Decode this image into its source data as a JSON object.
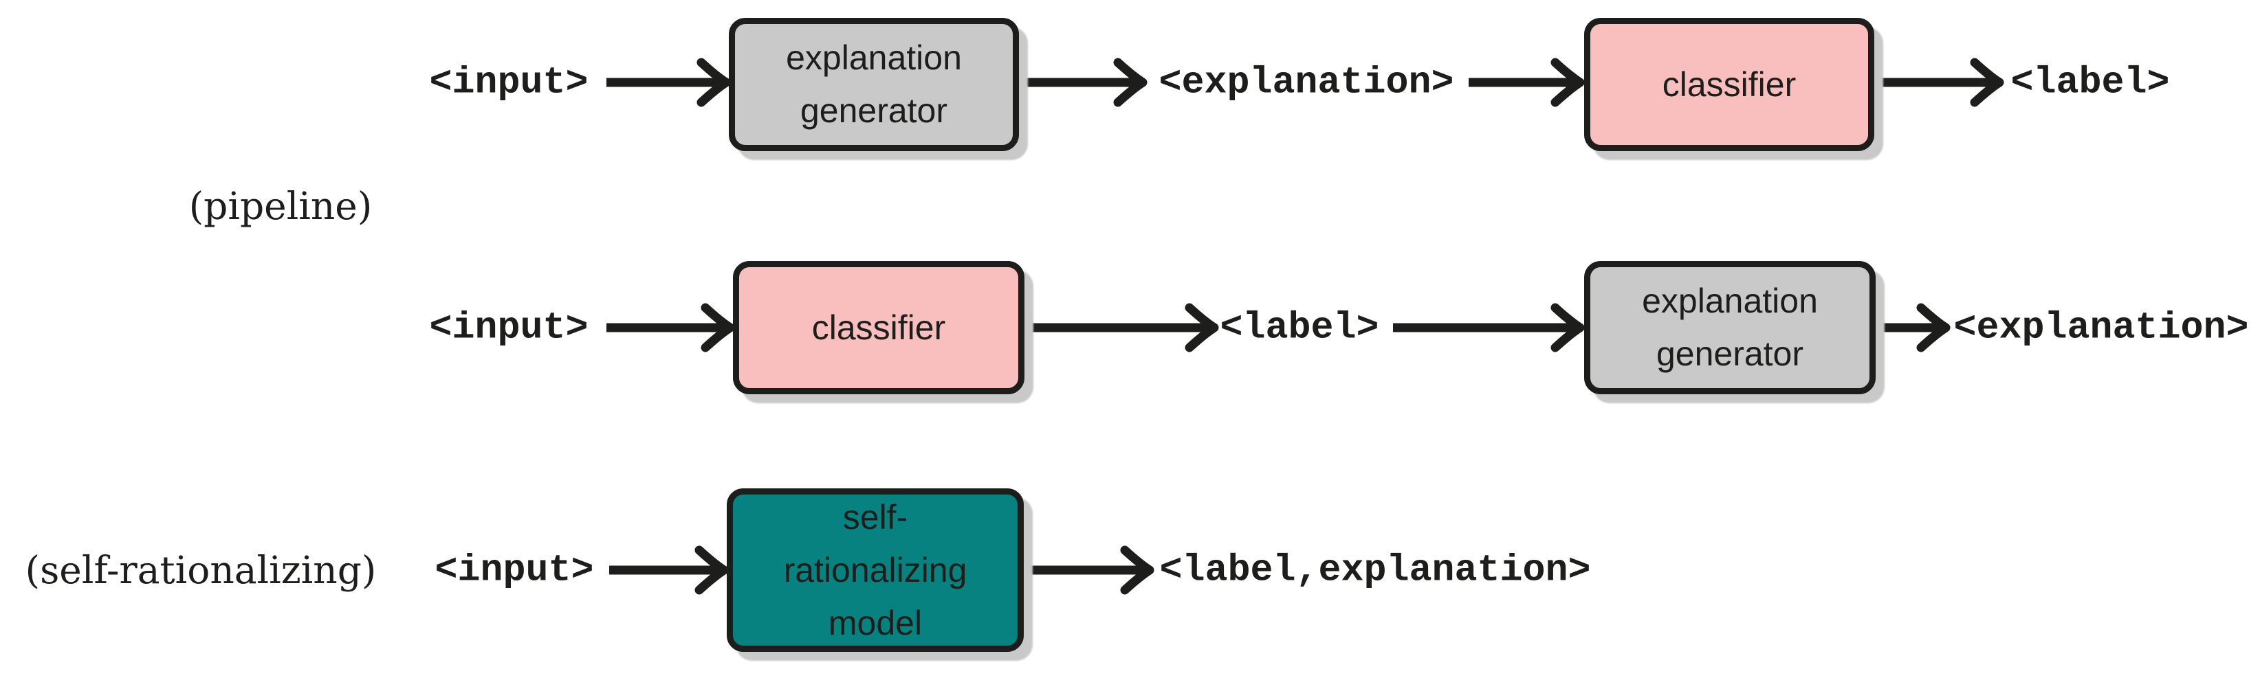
{
  "diagram": {
    "row1_title": "(pipeline)",
    "row3_title": "(self-rationalizing)",
    "row1": {
      "input": "<input>",
      "generator_line1": "explanation",
      "generator_line2": "generator",
      "explanation": "<explanation>",
      "classifier": "classifier",
      "label": "<label>"
    },
    "row2": {
      "input": "<input>",
      "classifier": "classifier",
      "label": "<label>",
      "generator_line1": "explanation",
      "generator_line2": "generator",
      "explanation": "<explanation>"
    },
    "row3": {
      "input": "<input>",
      "model_line1": "self-",
      "model_line2": "rationalizing",
      "model_line3": "model",
      "output": "<label,explanation>"
    },
    "colors": {
      "ink": "#1d1d1b",
      "classifier_fill": "#f9bfbf",
      "generator_fill": "#c9c9c9",
      "self_rationalizing_fill": "#078280",
      "shadow": "#c9c9c9",
      "bg": "#ffffff"
    }
  }
}
